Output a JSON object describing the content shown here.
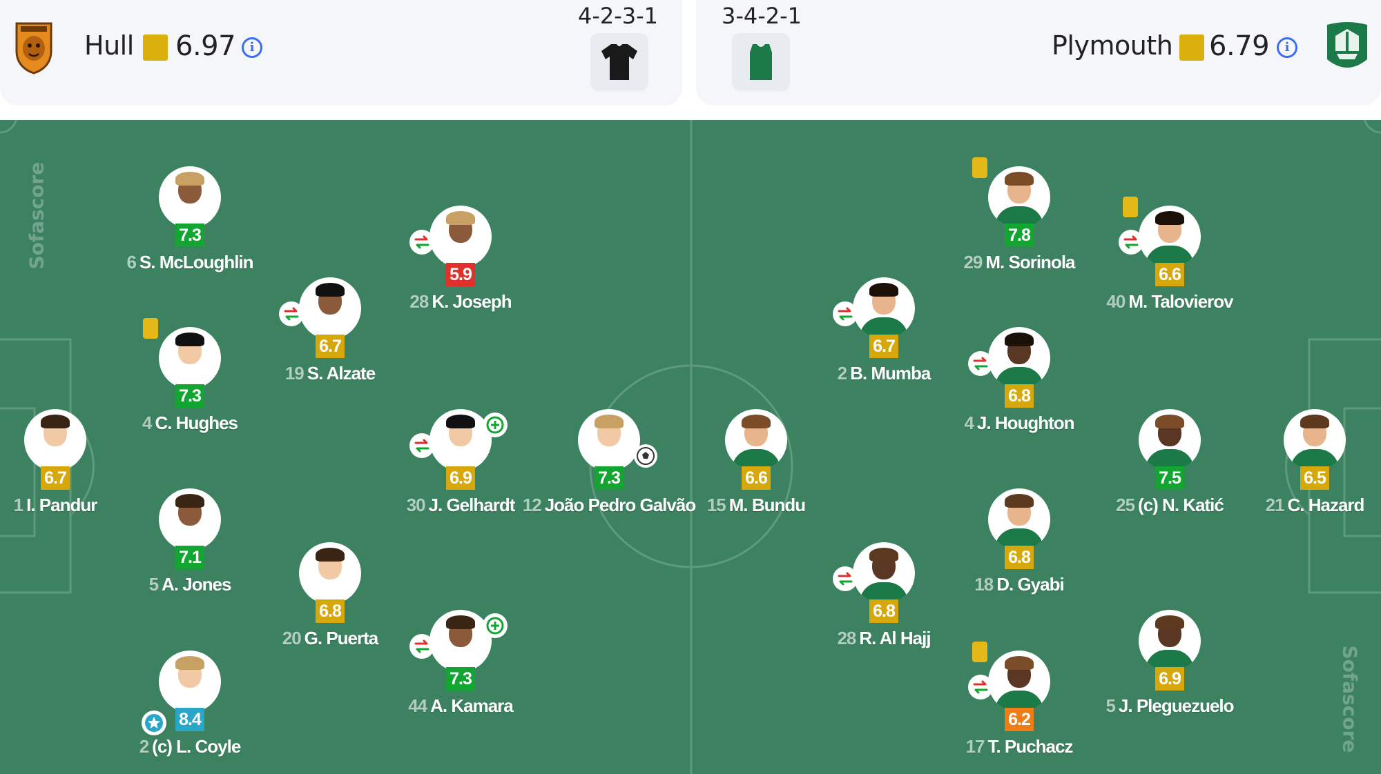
{
  "home": {
    "name": "Hull",
    "rating": "6.97",
    "formation": "4-2-3-1",
    "kit_color": "#1a1a1a",
    "crest_color": "#e07a1c"
  },
  "away": {
    "name": "Plymouth",
    "rating": "6.79",
    "formation": "3-4-2-1",
    "kit_color": "#1b7a47",
    "crest_color": "#1b7a47"
  },
  "watermark": "Sofascore",
  "info_icon": "i",
  "rating_colors": {
    "red": "#e0302b",
    "orange": "#ed7d14",
    "yellow": "#d7a80c",
    "green": "#13a532",
    "blue": "#2aa6c8"
  },
  "home_players": [
    {
      "number": "1",
      "name": "I. Pandur",
      "rating": "6.7",
      "rating_color": "yellow"
    },
    {
      "number": "6",
      "name": "S. McLoughlin",
      "rating": "7.3",
      "rating_color": "green"
    },
    {
      "number": "4",
      "name": "C. Hughes",
      "rating": "7.3",
      "rating_color": "green",
      "yellow_card": true
    },
    {
      "number": "5",
      "name": "A. Jones",
      "rating": "7.1",
      "rating_color": "green"
    },
    {
      "number": "2",
      "name": "(c) L. Coyle",
      "rating": "8.4",
      "rating_color": "blue",
      "motm": true
    },
    {
      "number": "19",
      "name": "S. Alzate",
      "rating": "6.7",
      "rating_color": "yellow",
      "substituted": true
    },
    {
      "number": "20",
      "name": "G. Puerta",
      "rating": "6.8",
      "rating_color": "yellow"
    },
    {
      "number": "28",
      "name": "K. Joseph",
      "rating": "5.9",
      "rating_color": "red",
      "substituted": true
    },
    {
      "number": "30",
      "name": "J. Gelhardt",
      "rating": "6.9",
      "rating_color": "yellow",
      "substituted": true,
      "assist": true
    },
    {
      "number": "44",
      "name": "A. Kamara",
      "rating": "7.3",
      "rating_color": "green",
      "substituted": true,
      "assist": true
    },
    {
      "number": "12",
      "name": "João Pedro Galvão",
      "rating": "7.3",
      "rating_color": "green",
      "goal": true
    }
  ],
  "away_players": [
    {
      "number": "21",
      "name": "C. Hazard",
      "rating": "6.5",
      "rating_color": "yellow"
    },
    {
      "number": "25",
      "name": "(c) N. Katić",
      "rating": "7.5",
      "rating_color": "green"
    },
    {
      "number": "40",
      "name": "M. Talovierov",
      "rating": "6.6",
      "rating_color": "yellow",
      "yellow_card": true,
      "substituted": true
    },
    {
      "number": "5",
      "name": "J. Pleguezuelo",
      "rating": "6.9",
      "rating_color": "yellow"
    },
    {
      "number": "29",
      "name": "M. Sorinola",
      "rating": "7.8",
      "rating_color": "green",
      "yellow_card": true
    },
    {
      "number": "4",
      "name": "J. Houghton",
      "rating": "6.8",
      "rating_color": "yellow",
      "substituted": true
    },
    {
      "number": "18",
      "name": "D. Gyabi",
      "rating": "6.8",
      "rating_color": "yellow"
    },
    {
      "number": "17",
      "name": "T. Puchacz",
      "rating": "6.2",
      "rating_color": "orange",
      "yellow_card": true,
      "substituted": true
    },
    {
      "number": "2",
      "name": "B. Mumba",
      "rating": "6.7",
      "rating_color": "yellow",
      "substituted": true
    },
    {
      "number": "28",
      "name": "R. Al Hajj",
      "rating": "6.8",
      "rating_color": "yellow",
      "substituted": true
    },
    {
      "number": "15",
      "name": "M. Bundu",
      "rating": "6.6",
      "rating_color": "yellow"
    }
  ]
}
